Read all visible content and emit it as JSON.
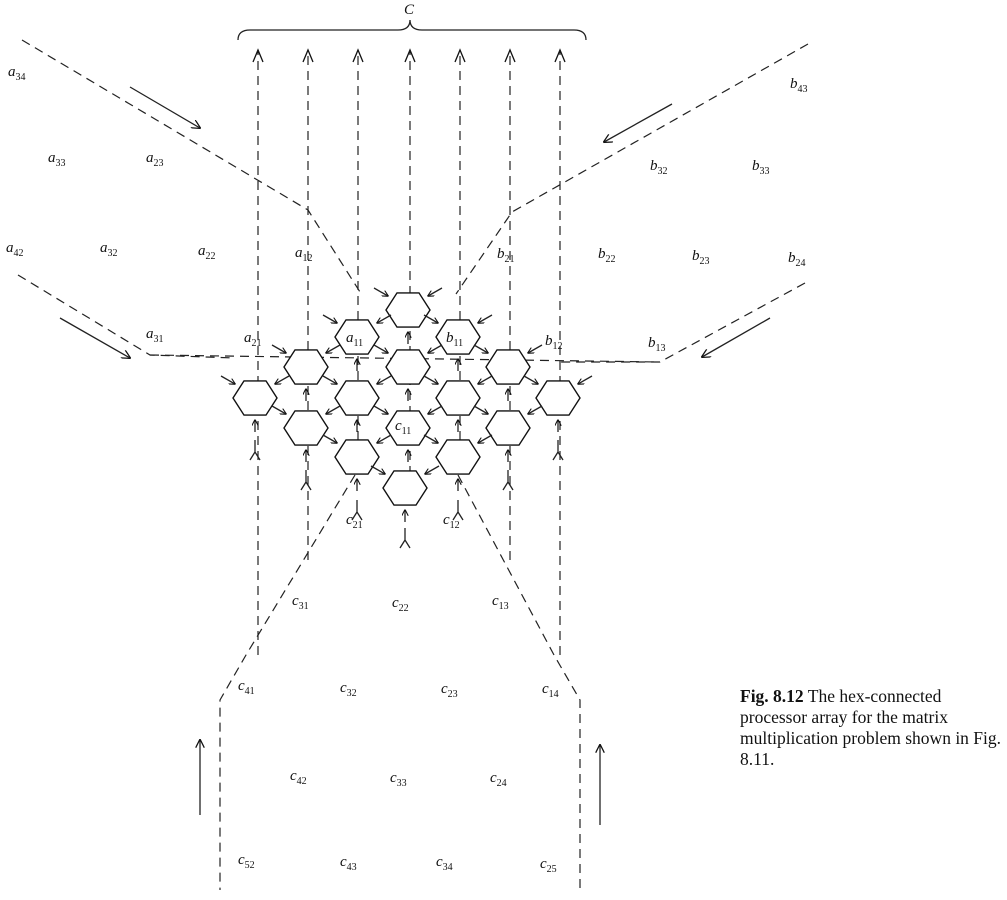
{
  "figure": {
    "output_label": "C",
    "caption_number": "Fig. 8.12",
    "caption_text": "The hex-connected processor array for the matrix multiplication problem shown in Fig. 8.11.",
    "matrix_a_labels": [
      {
        "base": "a",
        "sub": "34"
      },
      {
        "base": "a",
        "sub": "33"
      },
      {
        "base": "a",
        "sub": "23"
      },
      {
        "base": "a",
        "sub": "42"
      },
      {
        "base": "a",
        "sub": "32"
      },
      {
        "base": "a",
        "sub": "22"
      },
      {
        "base": "a",
        "sub": "12"
      },
      {
        "base": "a",
        "sub": "31"
      },
      {
        "base": "a",
        "sub": "21"
      },
      {
        "base": "a",
        "sub": "11"
      }
    ],
    "matrix_b_labels": [
      {
        "base": "b",
        "sub": "43"
      },
      {
        "base": "b",
        "sub": "32"
      },
      {
        "base": "b",
        "sub": "33"
      },
      {
        "base": "b",
        "sub": "21"
      },
      {
        "base": "b",
        "sub": "22"
      },
      {
        "base": "b",
        "sub": "23"
      },
      {
        "base": "b",
        "sub": "24"
      },
      {
        "base": "b",
        "sub": "11"
      },
      {
        "base": "b",
        "sub": "12"
      },
      {
        "base": "b",
        "sub": "13"
      }
    ],
    "matrix_c_labels": [
      {
        "base": "c",
        "sub": "11"
      },
      {
        "base": "c",
        "sub": "21"
      },
      {
        "base": "c",
        "sub": "12"
      },
      {
        "base": "c",
        "sub": "31"
      },
      {
        "base": "c",
        "sub": "22"
      },
      {
        "base": "c",
        "sub": "13"
      },
      {
        "base": "c",
        "sub": "41"
      },
      {
        "base": "c",
        "sub": "32"
      },
      {
        "base": "c",
        "sub": "23"
      },
      {
        "base": "c",
        "sub": "14"
      },
      {
        "base": "c",
        "sub": "42"
      },
      {
        "base": "c",
        "sub": "33"
      },
      {
        "base": "c",
        "sub": "24"
      },
      {
        "base": "c",
        "sub": "52"
      },
      {
        "base": "c",
        "sub": "43"
      },
      {
        "base": "c",
        "sub": "34"
      },
      {
        "base": "c",
        "sub": "25"
      }
    ]
  }
}
